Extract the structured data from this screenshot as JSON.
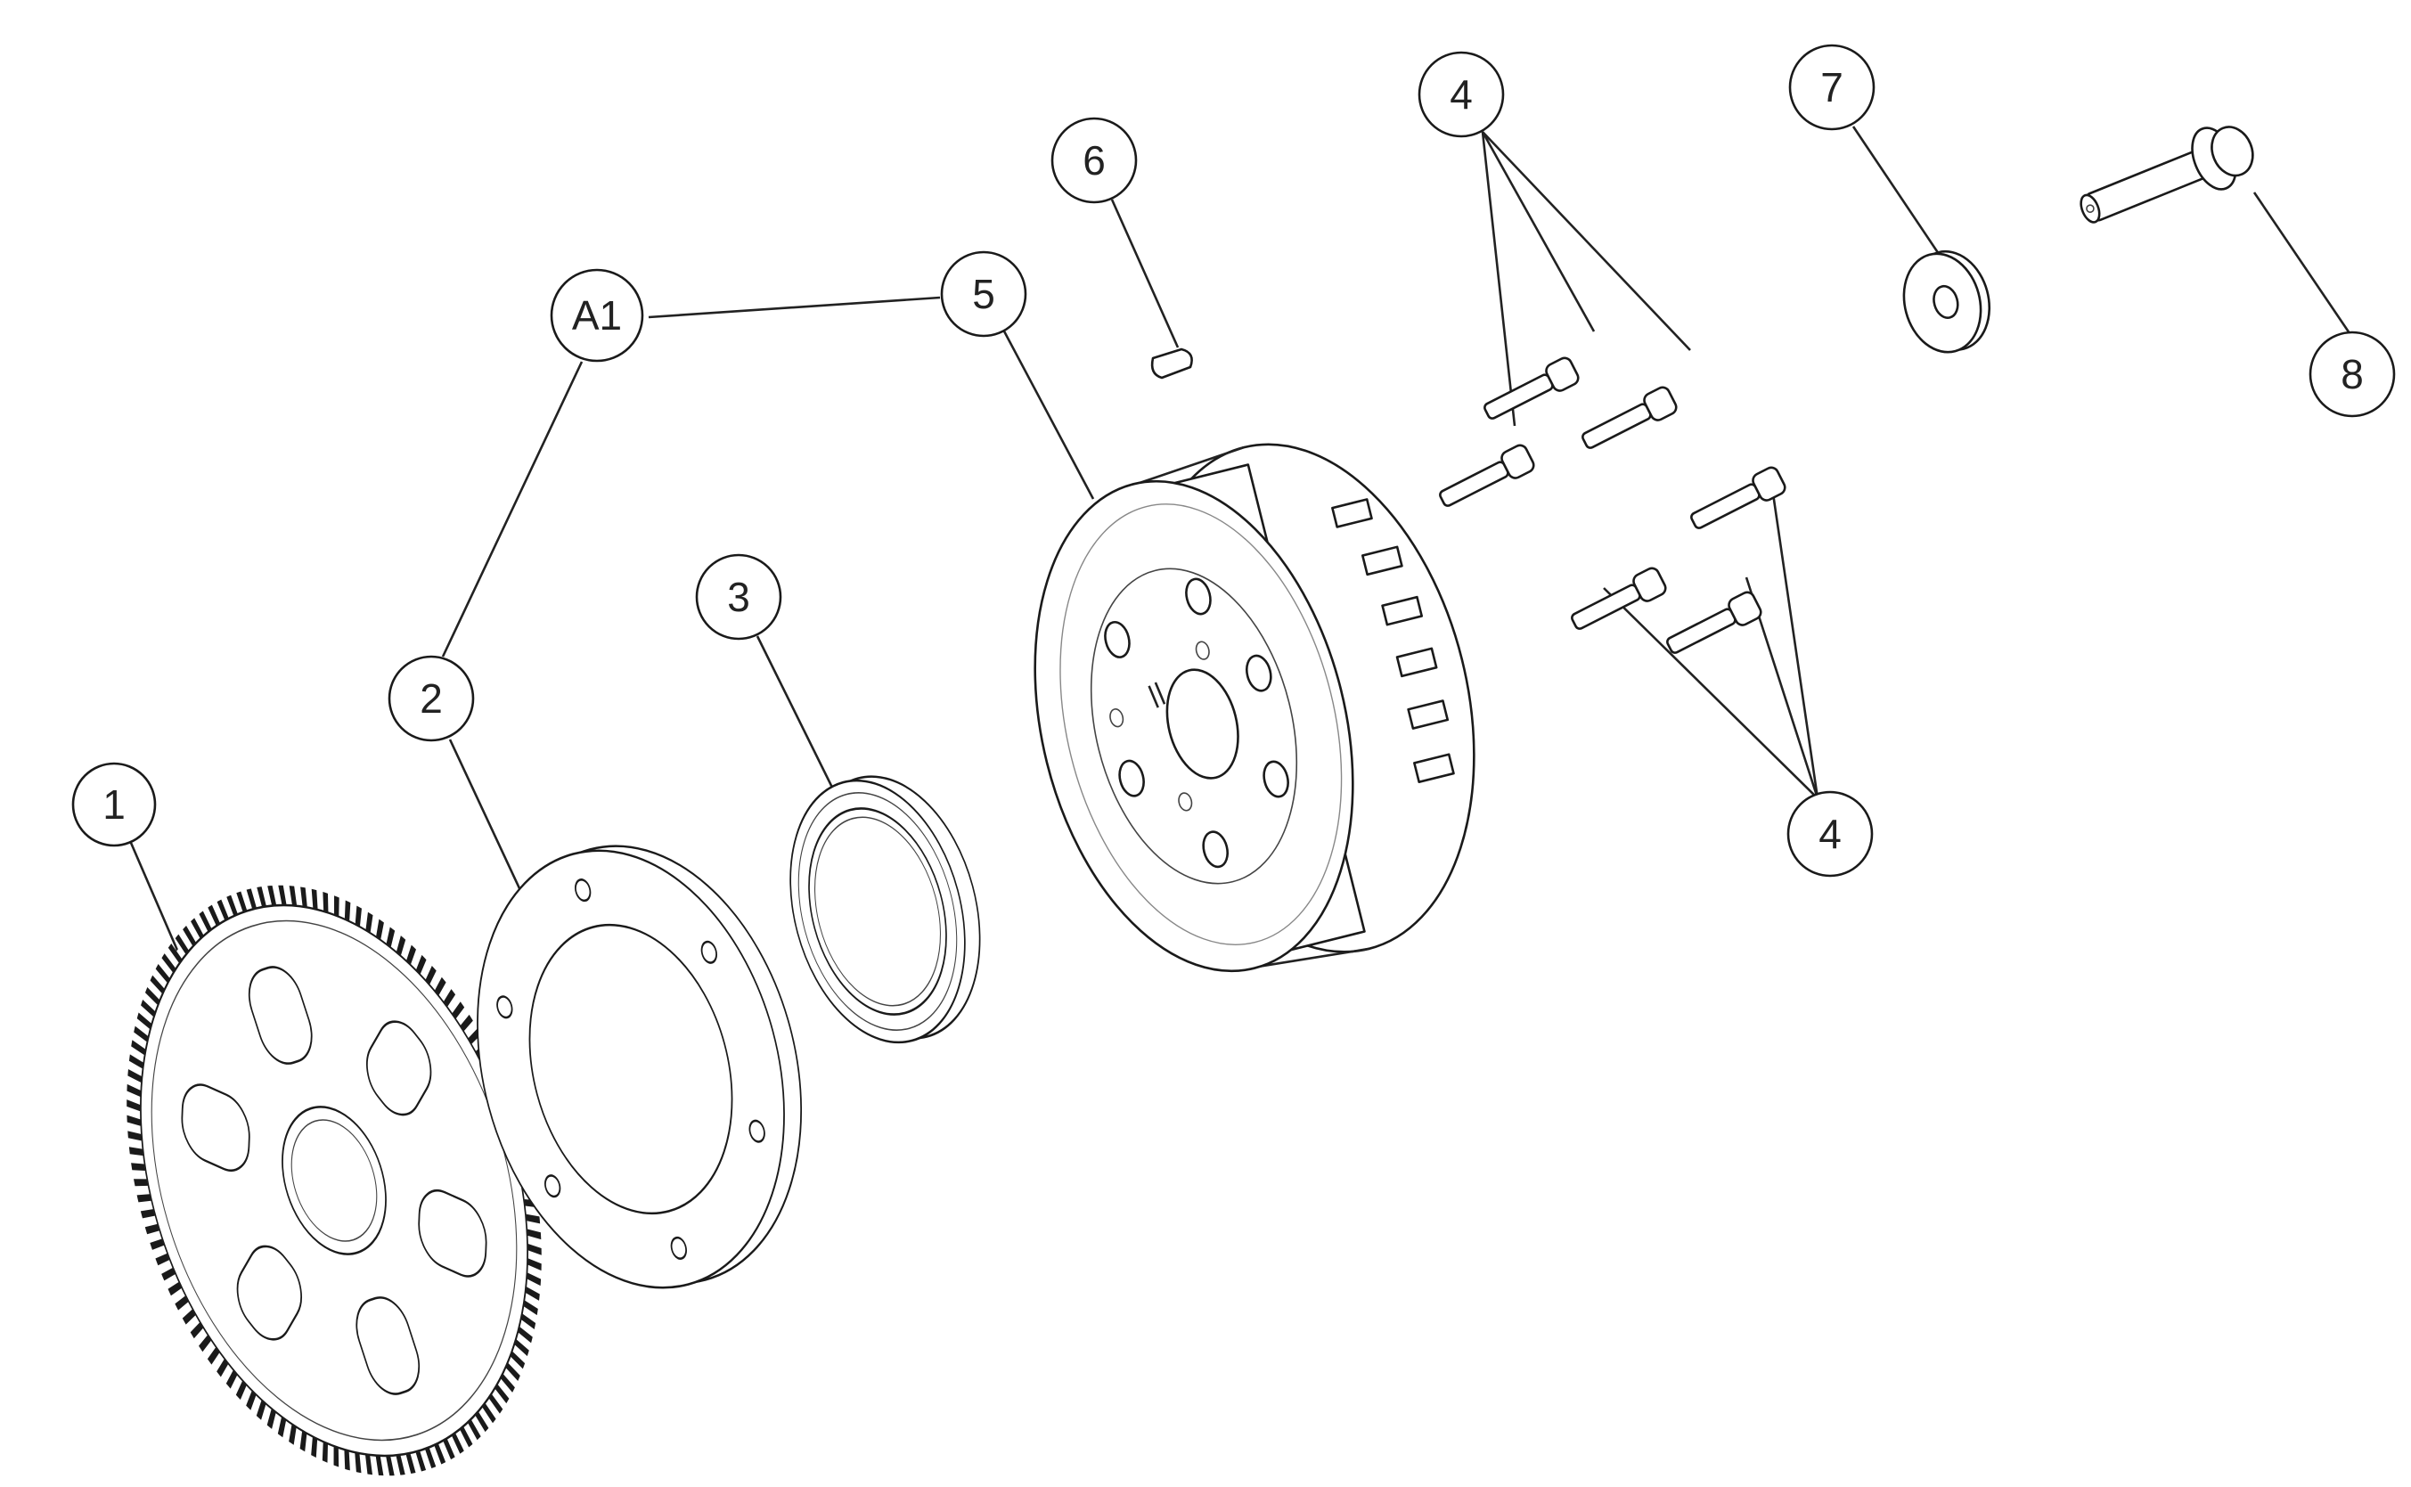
{
  "callouts": {
    "c1": "1",
    "c2": "2",
    "c3": "3",
    "c4a": "4",
    "c4b": "4",
    "c5": "5",
    "c6": "6",
    "c7": "7",
    "c8": "8",
    "ca1": "A1"
  },
  "colors": {
    "line": "#1a1a1a",
    "background": "#ffffff"
  }
}
